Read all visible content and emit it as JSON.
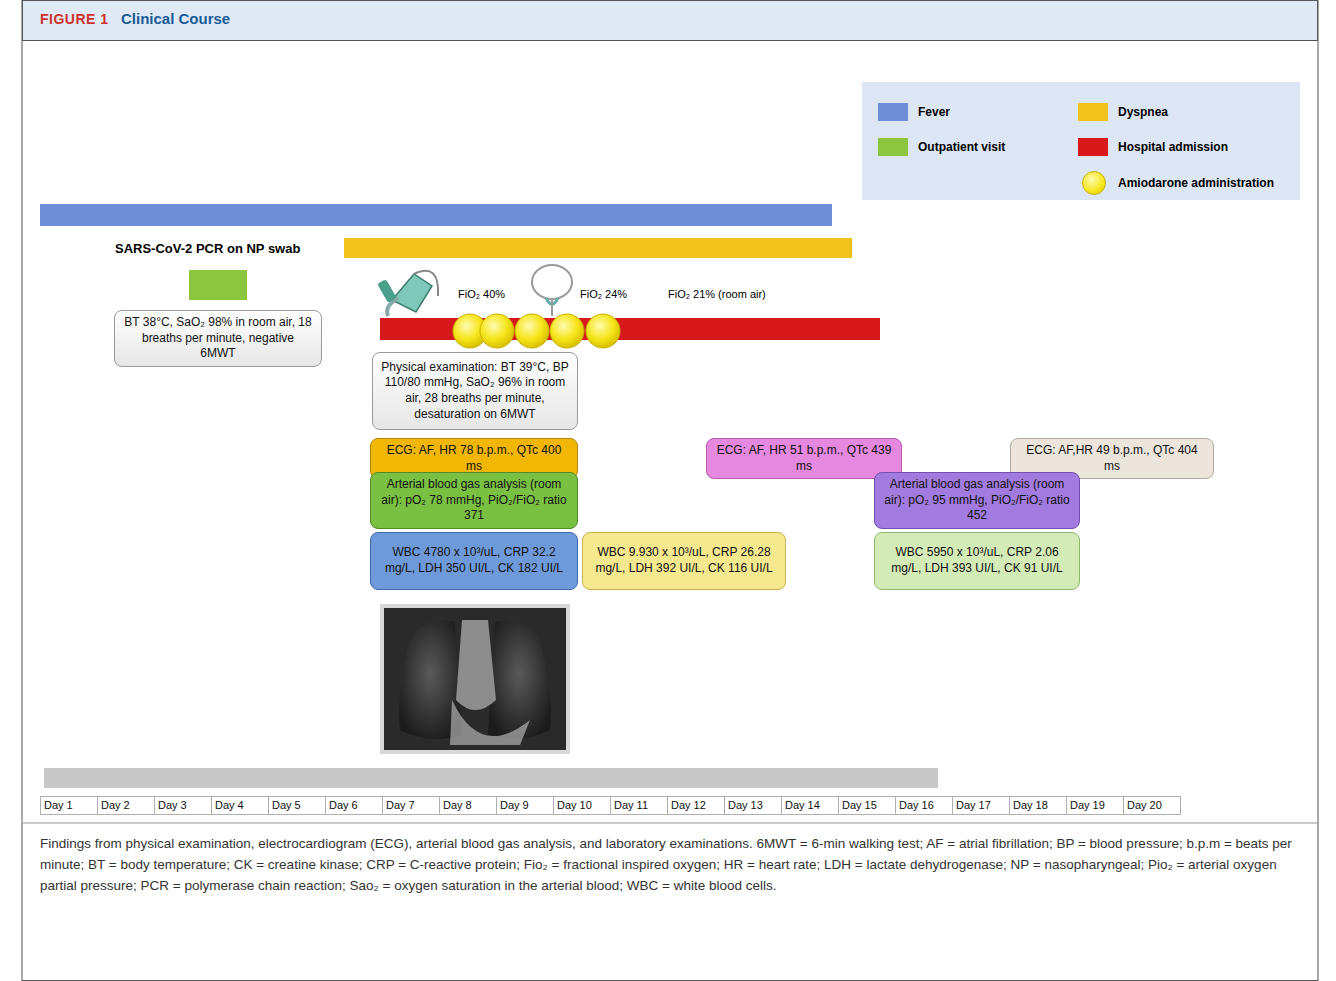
{
  "diagram": {
    "title": "Clinical Course",
    "caption": "Findings from physical examination, electrocardiogram (ECG), arterial blood gas analysis, and laboratory examinations. 6MWT = 6-min walking test; AF = atrial fibrillation; BP = blood pressure; b.p.m = beats per minute; BT = body temperature; CK = creatine kinase; CRP = C-reactive protein; Fio₂ = fractional inspired oxygen; HR = heart rate; LDH = lactate dehydrogenase; NP = nasopharyngeal; Pio₂ = arterial oxygen partial pressure; PCR = polymerase chain reaction; Sao₂ = oxygen saturation in the arterial blood; WBC = white blood cells.",
    "nodes": [
      {
        "text": [
          "BT 38°C, SaO₂ 98% in room air, 18 breaths per minute, negative 6MWT"
        ]
      },
      {
        "text": [
          "Physical examination: BT 39°C, BP 110/80 mmHg, SaO₂ 96% in room air, 28 breaths per minute, desaturation on 6MWT"
        ]
      },
      {
        "text": [
          "ECG: AF, HR 78 b.p.m., QTc 400 ms"
        ]
      },
      {
        "text": [
          "ECG: AF, HR 51 b.p.m., QTc 439 ms"
        ]
      },
      {
        "text": [
          "ECG: AF,HR 49 b.p.m., QTc 404 ms"
        ]
      },
      {
        "text": [
          "Arterial blood gas analysis (room air): pO₂ 78 mmHg, PiO₂/FiO₂ ratio 371"
        ]
      },
      {
        "text": [
          "Arterial blood gas analysis (room air): pO₂ 95 mmHg, PiO₂/FiO₂ ratio 452"
        ]
      },
      {
        "text": [
          "WBC 4780 x 10³/uL, CRP 32.2 mg/L, LDH 350 UI/L, CK 182 UI/L"
        ]
      },
      {
        "text": [
          "WBC 9.930  x 10³/uL, CRP 26.28 mg/L, LDH 392 UI/L, CK 116 UI/L"
        ]
      },
      {
        "text": [
          "WBC 5950 x 10³/uL, CRP 2.06 mg/L, LDH 393 UI/L, CK 91 UI/L"
        ]
      }
    ],
    "labels": [
      "FIGURE 1",
      "SARS-CoV-2 PCR on NP swab",
      "FiO₂ 40%",
      "FiO₂ 24%",
      "FiO₂ 21% (room air)",
      "Day 1",
      "Day 2",
      "Day 3",
      "Day 4",
      "Day 5",
      "Day 6",
      "Day 7",
      "Day 8",
      "Day 9",
      "Day 10",
      "Day 11",
      "Day 12",
      "Day 13",
      "Day 14",
      "Day 15",
      "Day 16",
      "Day 17",
      "Day 18",
      "Day 19",
      "Day 20"
    ],
    "legend": [
      {
        "text": "Fever",
        "color": "#6e8fd8"
      },
      {
        "text": "Dyspnea",
        "color": "#f1c21b"
      },
      {
        "text": "Outpatient visit",
        "color": "#8cc63f"
      },
      {
        "text": "Hospital admission",
        "color": "#d7191c"
      },
      {
        "text": "Amiodarone administration"
      }
    ]
  }
}
